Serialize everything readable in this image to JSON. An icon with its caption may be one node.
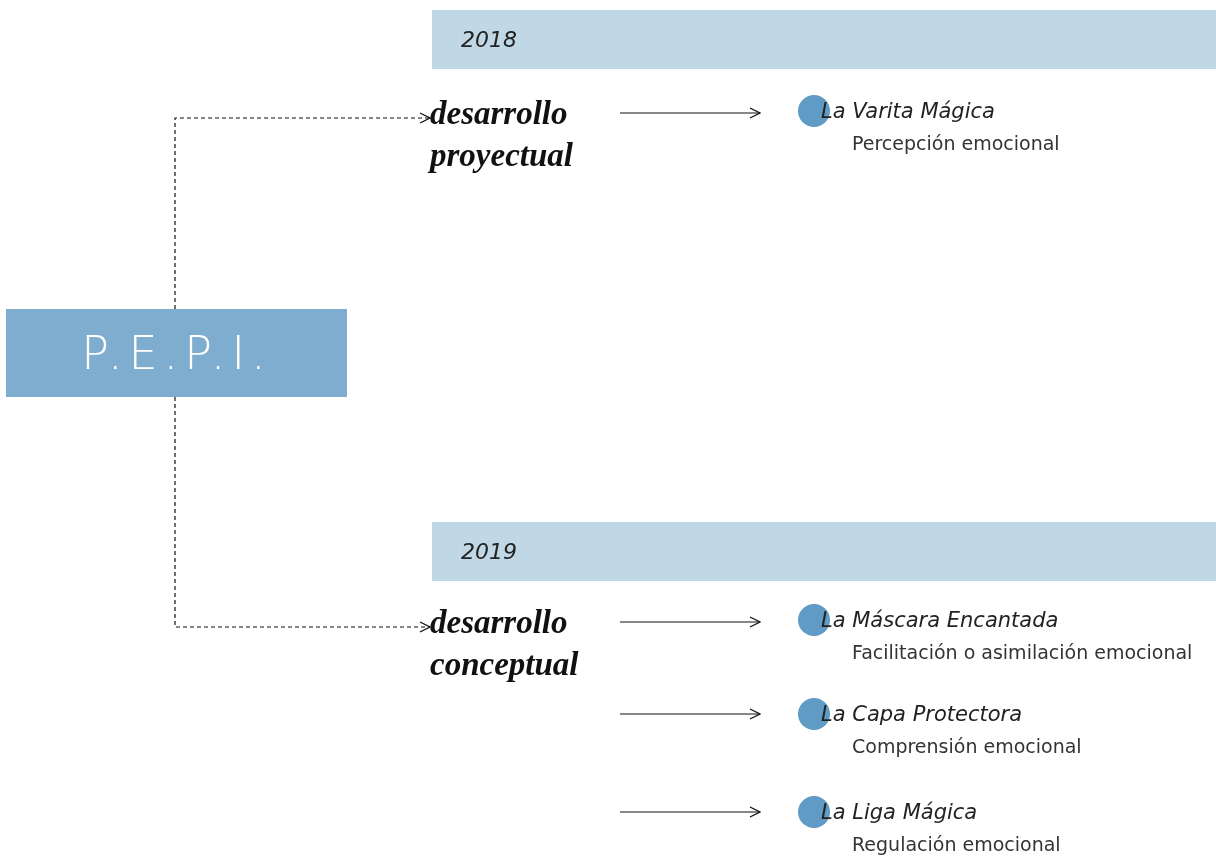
{
  "diagram": {
    "nodes": [
      {
        "text": [
          "P.E.P.I."
        ]
      },
      {
        "text": [
          "2018"
        ]
      },
      {
        "text": [
          "desarrollo proyectual"
        ]
      },
      {
        "text": [
          "La Varita Mágica",
          "Percepción emocional"
        ]
      },
      {
        "text": [
          "2019"
        ]
      },
      {
        "text": [
          "desarrollo conceptual"
        ]
      },
      {
        "text": [
          "La Máscara Encantada",
          "Facilitación o asimilación emocional"
        ]
      },
      {
        "text": [
          "La Capa Protectora",
          "Comprensión emocional"
        ]
      },
      {
        "text": [
          "La Liga Mágica",
          "Regulación emocional"
        ]
      }
    ],
    "edges": [
      {
        "from": 0,
        "to": 2,
        "arrow": "to",
        "style": "dashed"
      },
      {
        "from": 0,
        "to": 5,
        "arrow": "to",
        "style": "dashed"
      },
      {
        "from": 2,
        "to": 3,
        "arrow": "to"
      },
      {
        "from": 5,
        "to": 6,
        "arrow": "to"
      },
      {
        "from": null,
        "to": 7,
        "arrow": "to"
      },
      {
        "from": null,
        "to": 8,
        "arrow": "to"
      }
    ]
  }
}
